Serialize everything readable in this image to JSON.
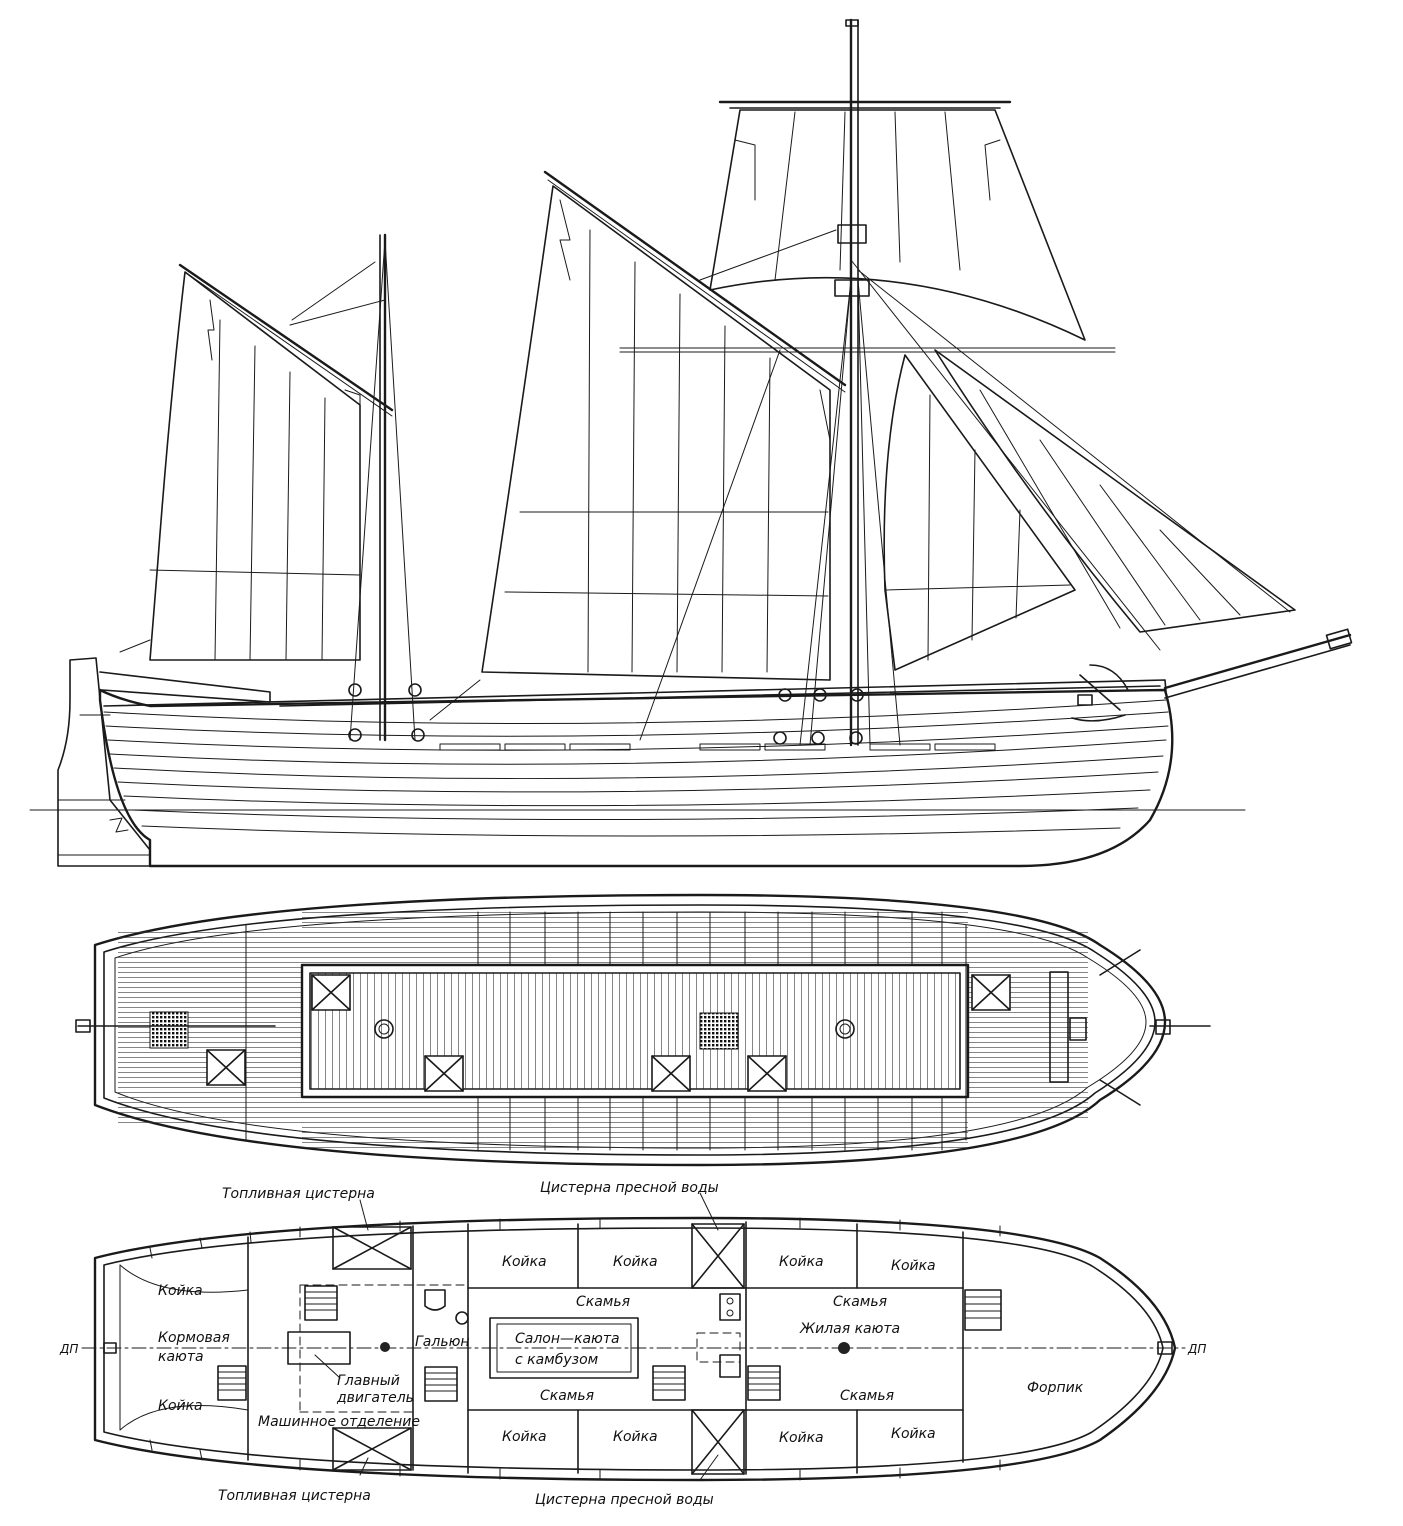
{
  "plan": {
    "labels": {
      "fuel_tank_top": "Топливная цистерна",
      "fuel_tank_bottom": "Топливная цистерна",
      "water_tank_top": "Цистерна пресной воды",
      "water_tank_bottom": "Цистерна пресной воды",
      "dp_left": "ДП",
      "dp_right": "ДП",
      "berth_stern_top": "Койка",
      "berth_stern_bottom": "Койка",
      "stern_cabin_line1": "Кормовая",
      "stern_cabin_line2": "каюта",
      "main_engine_line1": "Главный",
      "main_engine_line2": "двигатель",
      "engine_room": "Машинное отделение",
      "head": "Гальюн",
      "salon_line1": "Салон—каюта",
      "salon_line2": "с камбузом",
      "berth_salon_top_1": "Койка",
      "berth_salon_top_2": "Койка",
      "berth_salon_bottom_1": "Койка",
      "berth_salon_bottom_2": "Койка",
      "bench_salon_top": "Скамья",
      "bench_salon_bottom": "Скамья",
      "berth_living_top_1": "Койка",
      "berth_living_top_2": "Койка",
      "berth_living_bottom_1": "Койка",
      "berth_living_bottom_2": "Койка",
      "bench_living_top": "Скамья",
      "bench_living_bottom": "Скамья",
      "living_cabin": "Жилая каюта",
      "forepeak": "Форпик"
    }
  }
}
